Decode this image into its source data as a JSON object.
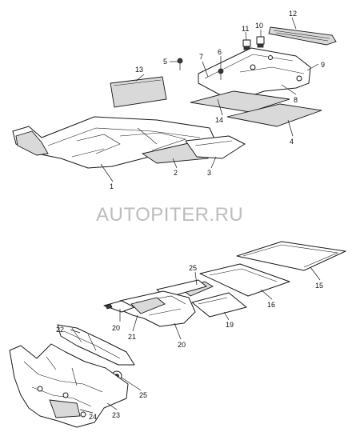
{
  "watermark": "AUTOPITER.RU",
  "colors": {
    "line": "#1a1a1a",
    "fill": "#ffffff",
    "shade": "#d9d9d9",
    "watermark": "#bdbdbd"
  },
  "callouts": {
    "c1": "1",
    "c2": "2",
    "c3": "3",
    "c4": "4",
    "c5": "5",
    "c6": "6",
    "c7": "7",
    "c8": "8",
    "c9": "9",
    "c10": "10",
    "c11": "11",
    "c12": "12",
    "c13": "13",
    "c14": "14",
    "c15": "15",
    "c16": "16",
    "c19": "19",
    "c20a": "20",
    "c20b": "20",
    "c21": "21",
    "c22": "22",
    "c23": "23",
    "c24": "24",
    "c25a": "25",
    "c25b": "25"
  }
}
